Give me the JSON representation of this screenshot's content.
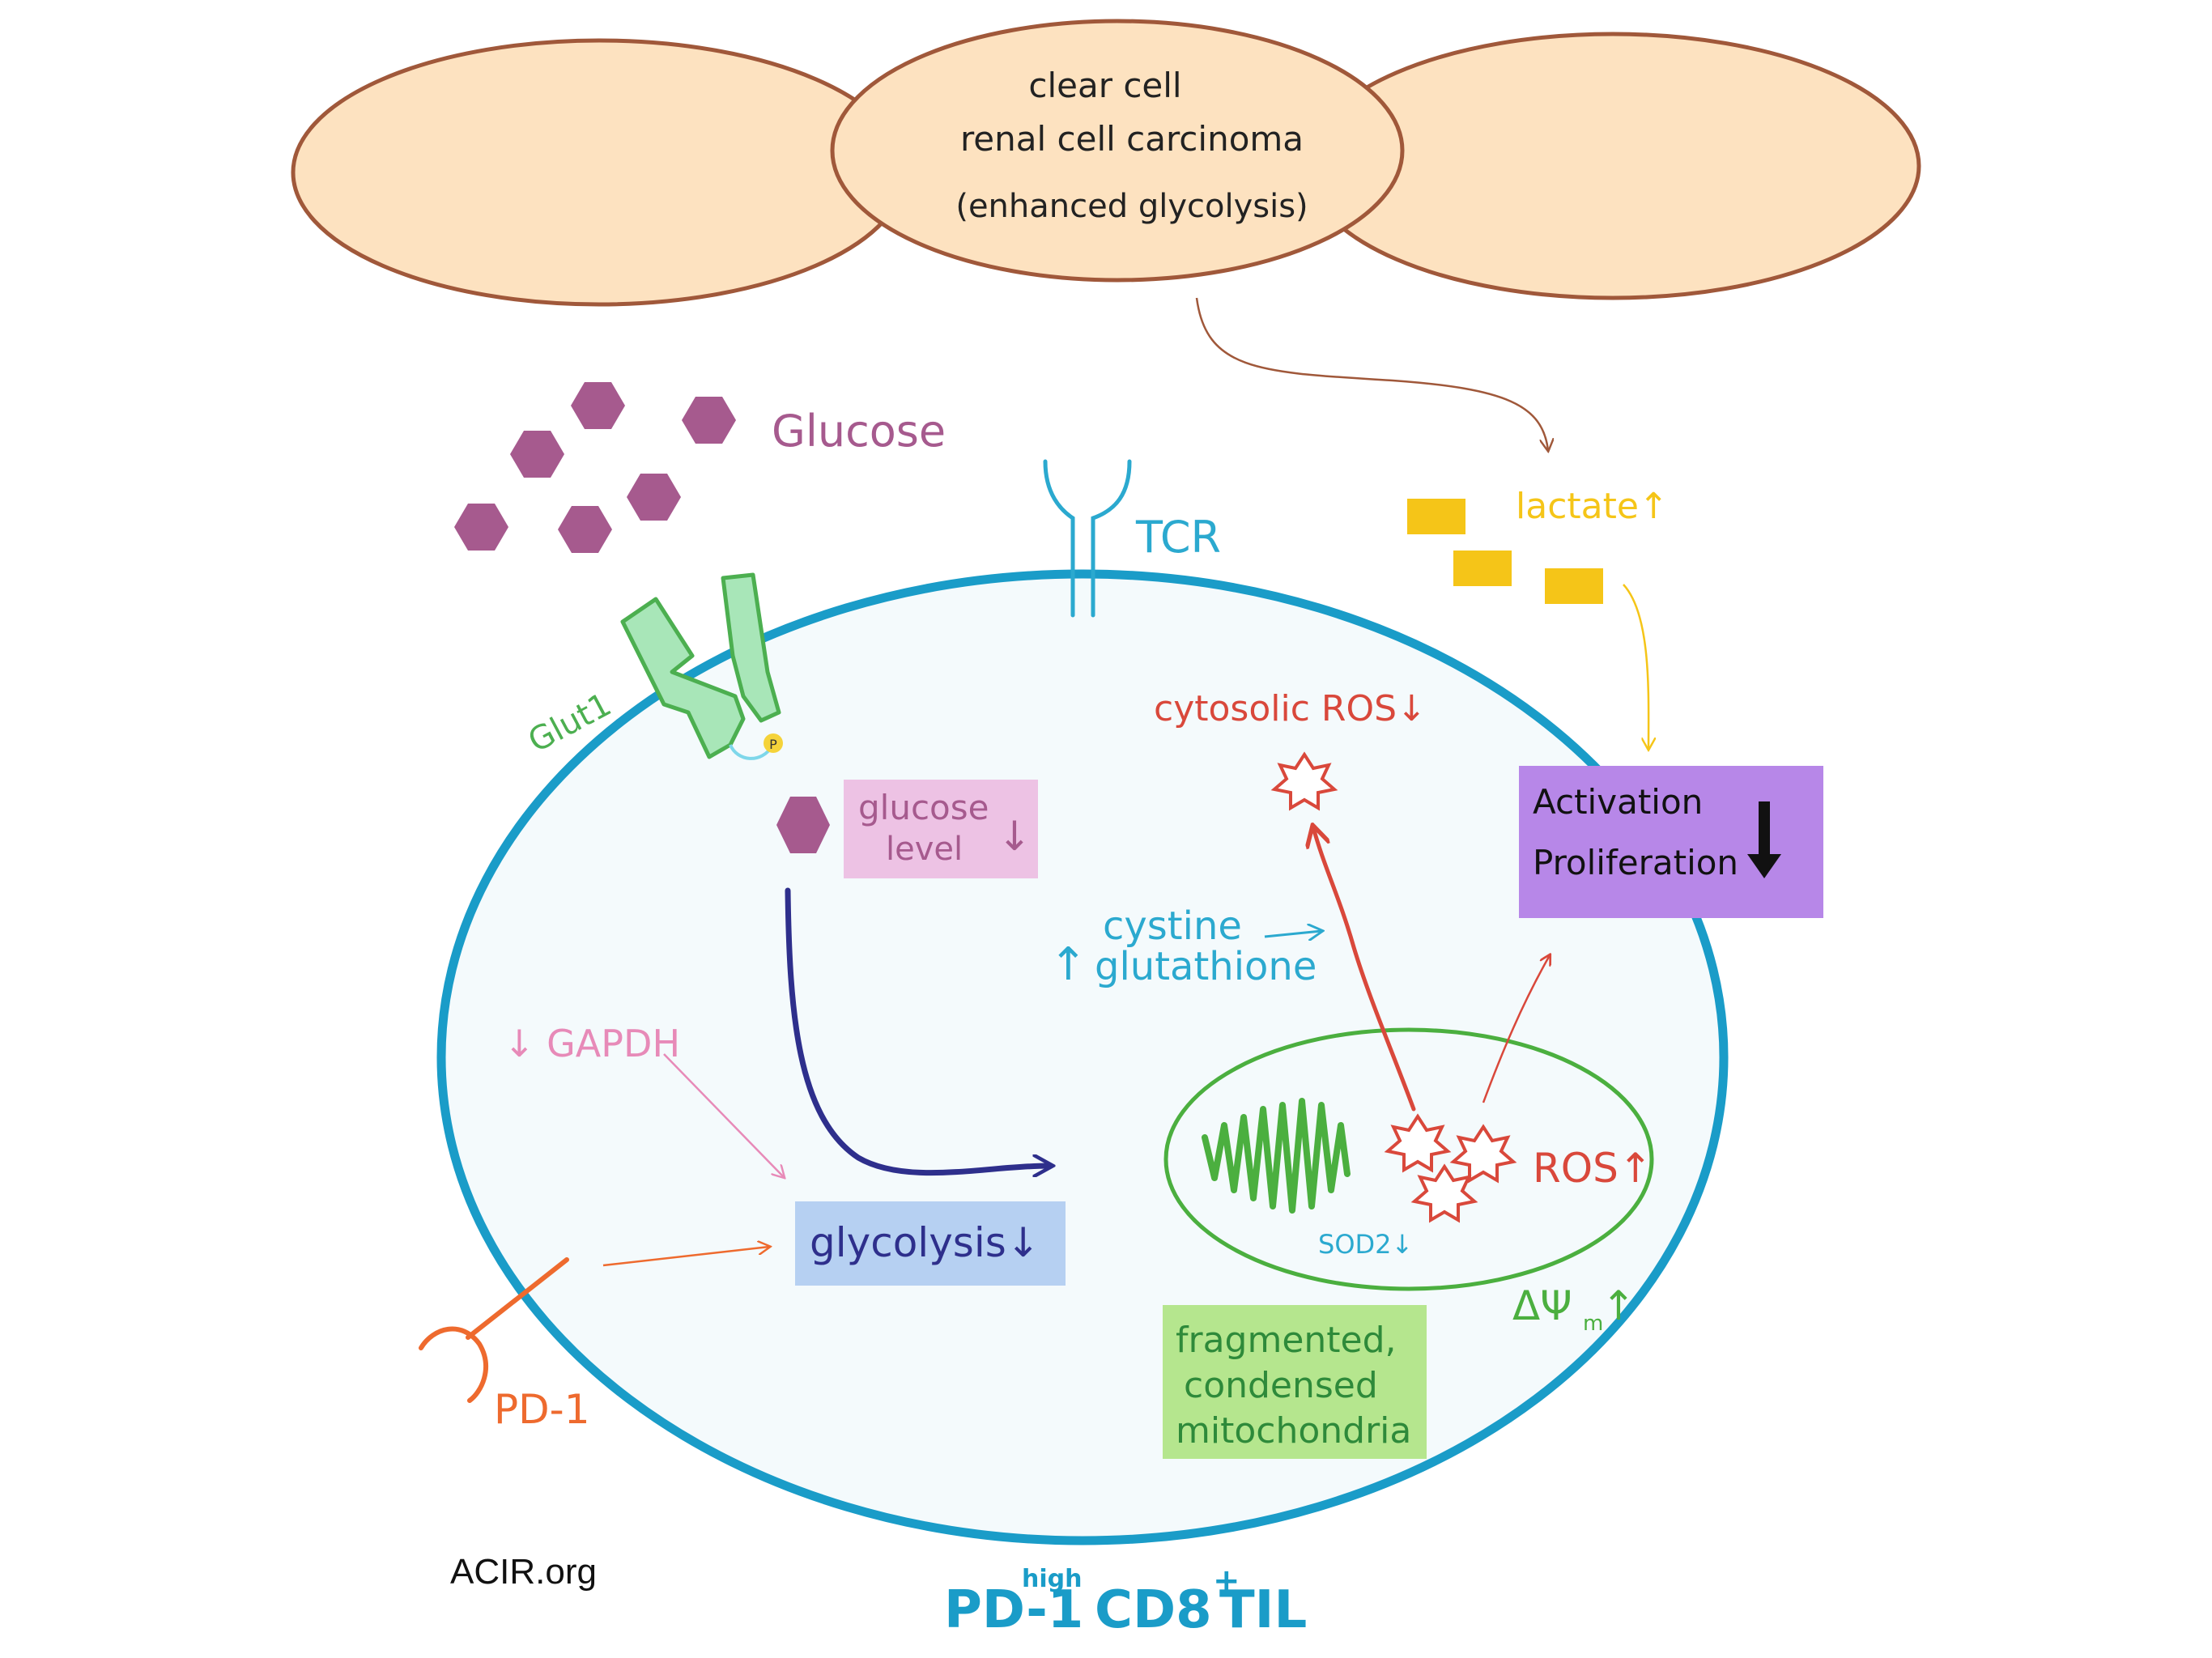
{
  "tumor": {
    "line1": "clear cell",
    "line2": "renal cell carcinoma",
    "line3": "(enhanced glycolysis)"
  },
  "labels": {
    "glucose": "Glucose",
    "tcr": "TCR",
    "lactate": "lactate↑",
    "glut1": "Glut1",
    "cytosolic_ros": "cytosolic ROS↓",
    "glucose_level_1": "glucose",
    "glucose_level_2": "level",
    "glucose_level_arrow": "↓",
    "activation": "Activation",
    "proliferation": "Proliferation",
    "cystine": "cystine",
    "glutathione": "glutathione",
    "cystine_arrow": "↑",
    "gapdh": "↓ GAPDH",
    "glycolysis": "glycolysis↓",
    "sod2": "SOD2↓",
    "ros": "ROS↑",
    "delta_psi": "ΔΨ",
    "delta_psi_sub": "m",
    "delta_psi_arrow": "↑",
    "pd1": "PD-1",
    "frag_1": "fragmented,",
    "frag_2": "condensed",
    "frag_3": "mitochondria",
    "credit": "ACIR.org",
    "cell_title_a": "PD-1",
    "cell_title_sup1": "high",
    "cell_title_b": " CD8",
    "cell_title_sup2": "+",
    "cell_title_c": " TIL"
  },
  "colors": {
    "tumor_fill": "#FDE2C0",
    "tumor_stroke": "#A0583A",
    "cell_fill": "#F4FAFC",
    "cell_stroke": "#1A9CC8",
    "glucose": "#A65A8E",
    "teal": "#2BA9CF",
    "lactate": "#F5C518",
    "glut1_fill": "#A8E6B8",
    "glut1_stroke": "#4CAF50",
    "ros_red": "#D9483B",
    "activation_box": "#B787E8",
    "glucose_level_box": "#EDC2E4",
    "glycolysis_box": "#B6D0F2",
    "frag_box": "#B5E68E",
    "mito_green": "#4BAF3F",
    "glycolysis_arrow": "#2E2F8C",
    "pd1": "#EE6A2E",
    "gapdh_pink": "#E78AB8",
    "brown_arrow": "#A0583A"
  },
  "icons": {
    "glucose": "hexagon-icon",
    "lactate": "rectangle-icon",
    "ros": "star-burst-icon",
    "tcr": "receptor-icon",
    "pd1": "receptor-icon",
    "glut1": "transporter-icon",
    "activation_arrow": "down-arrow-icon"
  }
}
